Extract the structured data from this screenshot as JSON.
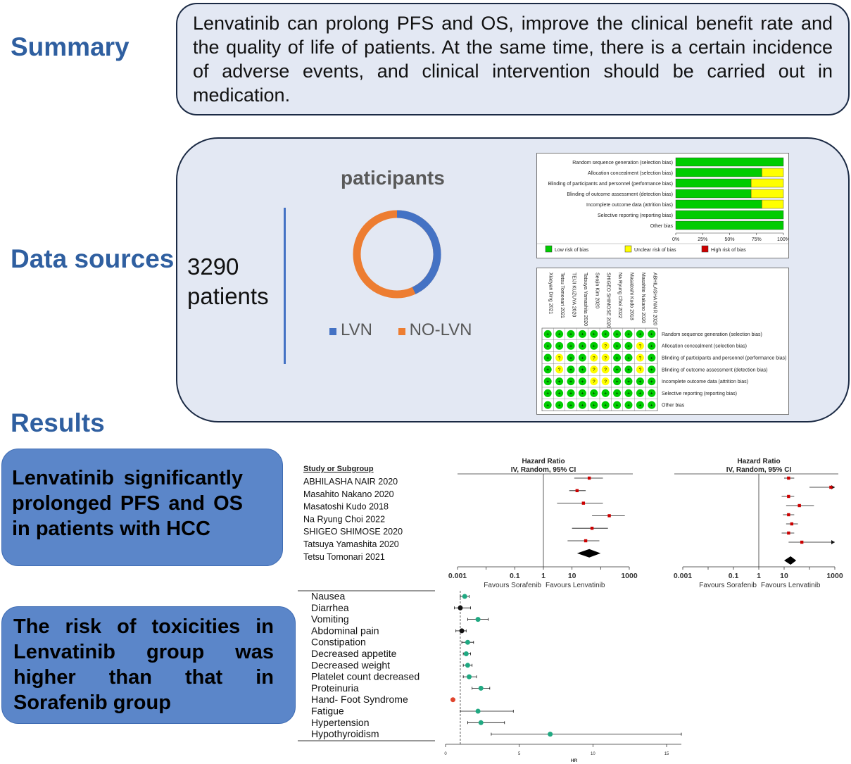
{
  "labels": {
    "summary": "Summary",
    "data_sources": "Data sources",
    "results": "Results"
  },
  "summary_text": "Lenvatinib can prolong PFS and OS, improve the clinical benefit rate and the quality of life of patients. At the same time, there is a certain incidence of adverse events, and clinical intervention should be carried out in medication.",
  "patients": {
    "count": "3290",
    "unit": "patients"
  },
  "donut": {
    "title": "paticipants",
    "legend": [
      "LVN",
      "NO-LVN"
    ],
    "colors": {
      "LVN": "#4472c4",
      "NO-LVN": "#ed7d31"
    }
  },
  "colors": {
    "low": "#00cc00",
    "unclear": "#ffff00",
    "high": "#cc0000",
    "accent": "#2f5fa0",
    "hr_green": "#20a982",
    "hr_red": "#e0452d"
  },
  "risk_summary": {
    "domains": [
      "Random sequence generation (selection bias)",
      "Allocation concealment (selection bias)",
      "Blinding of participants and personnel (performance bias)",
      "Blinding of outcome assessment (detection bias)",
      "Incomplete outcome data (attrition bias)",
      "Selective reporting (reporting bias)",
      "Other bias"
    ],
    "low_fraction": [
      1.0,
      0.8,
      0.7,
      0.7,
      0.8,
      1.0,
      1.0
    ],
    "unclear_fraction": [
      0,
      0.2,
      0.3,
      0.3,
      0.2,
      0,
      0
    ],
    "ticks": [
      "0%",
      "25%",
      "50%",
      "75%",
      "100%"
    ],
    "legend": [
      "Low risk of bias",
      "Unclear risk of bias",
      "High risk of bias"
    ]
  },
  "risk_table": {
    "studies": [
      "Xiaoyan Ding 2021",
      "Tetsu Tomonari 2021",
      "TEIJI KUZUYA 2020",
      "Tatsuya Yamashita 2020",
      "Seojin Kim 2020",
      "SHIGEO SHIMOSE 2020",
      "Na Ryung Choi 2022",
      "Masatoshi Kudo 2018",
      "Masahito Nakano 2020",
      "ABHILASHA NAIR 2020"
    ],
    "domains": [
      "Random sequence generation (selection bias)",
      "Allocation concealment (selection bias)",
      "Blinding of participants and personnel (performance bias)",
      "Blinding of outcome assessment (detection bias)",
      "Incomplete outcome data (attrition bias)",
      "Selective reporting (reporting bias)",
      "Other bias"
    ],
    "grid": [
      [
        "+",
        "+",
        "+",
        "+",
        "+",
        "+",
        "+",
        "+",
        "+",
        "+"
      ],
      [
        "+",
        "+",
        "+",
        "+",
        "+",
        "?",
        "+",
        "+",
        "?",
        "+"
      ],
      [
        "+",
        "?",
        "+",
        "+",
        "?",
        "?",
        "+",
        "+",
        "?",
        "+"
      ],
      [
        "+",
        "?",
        "+",
        "+",
        "?",
        "?",
        "+",
        "+",
        "?",
        "+"
      ],
      [
        "+",
        "+",
        "+",
        "+",
        "?",
        "?",
        "+",
        "+",
        "+",
        "+"
      ],
      [
        "+",
        "+",
        "+",
        "+",
        "+",
        "+",
        "+",
        "+",
        "+",
        "+"
      ],
      [
        "+",
        "+",
        "+",
        "+",
        "+",
        "+",
        "+",
        "+",
        "+",
        "+"
      ]
    ]
  },
  "result1_text": "Lenvatinib significantly prolonged PFS and OS in patients with HCC",
  "result2_text": "The risk of toxicities in Lenvatinib group was higher than that in Sorafenib group",
  "chart_data": [
    {
      "type": "forest",
      "title": "Hazard Ratio",
      "subtitle": "IV, Random, 95% CI",
      "column_header": "Study or Subgroup",
      "studies": [
        "ABHILASHA NAIR 2020",
        "Masahito Nakano 2020",
        "Masatoshi Kudo 2018",
        "Na Ryung Choi 2022",
        "SHIGEO SHIMOSE 2020",
        "Tatsuya Yamashita 2020",
        "Tetsu Tomonari 2021"
      ],
      "hr": [
        40,
        15,
        25,
        200,
        50,
        30
      ],
      "ci_low": [
        12,
        8,
        3,
        50,
        10,
        7
      ],
      "ci_high": [
        120,
        30,
        120,
        700,
        180,
        90
      ],
      "pooled": {
        "hr": 40,
        "ci_low": 15,
        "ci_high": 100
      },
      "xticks": [
        "0.001",
        "0.1",
        "1",
        "10",
        "1000"
      ],
      "xscale": "log",
      "xlim": [
        0.001,
        1000
      ],
      "favours": [
        "Favours Sorafenib",
        "Favours Lenvatinib"
      ]
    },
    {
      "type": "forest",
      "title": "Hazard Ratio",
      "subtitle": "IV, Random, 95% CI",
      "hr": [
        15,
        700,
        15,
        40,
        15,
        20,
        15,
        50
      ],
      "ci_low": [
        10,
        100,
        8,
        12,
        9,
        12,
        8,
        15
      ],
      "ci_high": [
        25,
        1200,
        25,
        150,
        25,
        35,
        25,
        1200
      ],
      "arrow_right": [
        false,
        true,
        false,
        false,
        false,
        false,
        false,
        true
      ],
      "pooled": {
        "hr": 18,
        "ci_low": 10,
        "ci_high": 30
      },
      "xticks": [
        "0.001",
        "0.1",
        "1",
        "10",
        "1000"
      ],
      "xscale": "log",
      "xlim": [
        0.001,
        1000
      ],
      "favours": [
        "Favours Sorafenib",
        "Favours Lenvatinib"
      ]
    },
    {
      "type": "scatter",
      "categories": [
        "Nausea",
        "Diarrhea",
        "Vomiting",
        "Abdominal pain",
        "Constipation",
        "Decreased appetite",
        "Decreased weight",
        "Platelet count decreased",
        "Proteinuria",
        "Hand- Foot Syndrome",
        "Fatigue",
        "Hypertension",
        "Hypothyroidism"
      ],
      "hr": [
        1.3,
        1.0,
        2.2,
        1.1,
        1.5,
        1.4,
        1.5,
        1.6,
        2.4,
        0.5,
        2.2,
        2.4,
        7.1
      ],
      "ci_low": [
        1.0,
        0.6,
        1.5,
        0.7,
        1.1,
        1.2,
        1.2,
        1.2,
        1.8,
        0.5,
        1.0,
        1.5,
        3.1
      ],
      "ci_high": [
        1.6,
        1.7,
        2.9,
        1.4,
        1.9,
        1.7,
        1.8,
        2.1,
        3.0,
        0.5,
        4.6,
        4.0,
        16.0
      ],
      "marker": [
        "green",
        "black",
        "green",
        "black",
        "green",
        "green",
        "green",
        "green",
        "green",
        "red",
        "green",
        "green",
        "green"
      ],
      "xlabel": "HR",
      "xticks": [
        0,
        5,
        10,
        15
      ],
      "xlim": [
        0,
        16
      ],
      "reference_line": 1
    }
  ]
}
